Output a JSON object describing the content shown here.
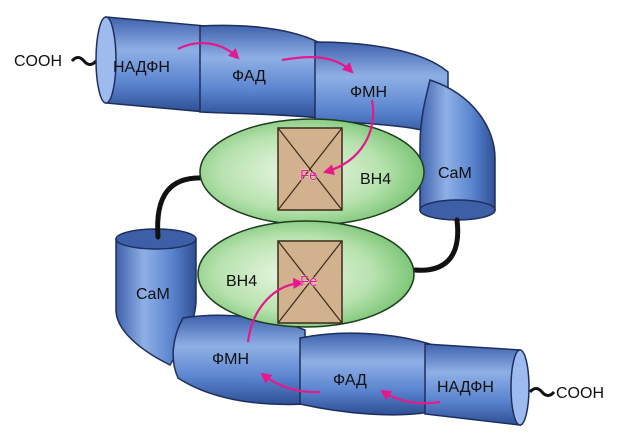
{
  "labels": {
    "cooh_top": "COOH",
    "cooh_bottom": "COOH",
    "nadph_top": "НАДФН",
    "fad_top": "ФАД",
    "fmn_top": "ФМН",
    "cam_right": "CaM",
    "bh4_top": "BH4",
    "fe_top": "Fe",
    "cam_left": "CaM",
    "bh4_bottom": "BH4",
    "fe_bottom": "Fe",
    "fmn_bottom": "ФМН",
    "fad_bottom": "ФАД",
    "nadph_bottom": "НАДФН"
  },
  "colors": {
    "segment": "#4f79c6",
    "heme": "#d2b18f",
    "oxygenase": "#8fd08b",
    "arrow": "#e6198c",
    "linker": "#111111"
  }
}
